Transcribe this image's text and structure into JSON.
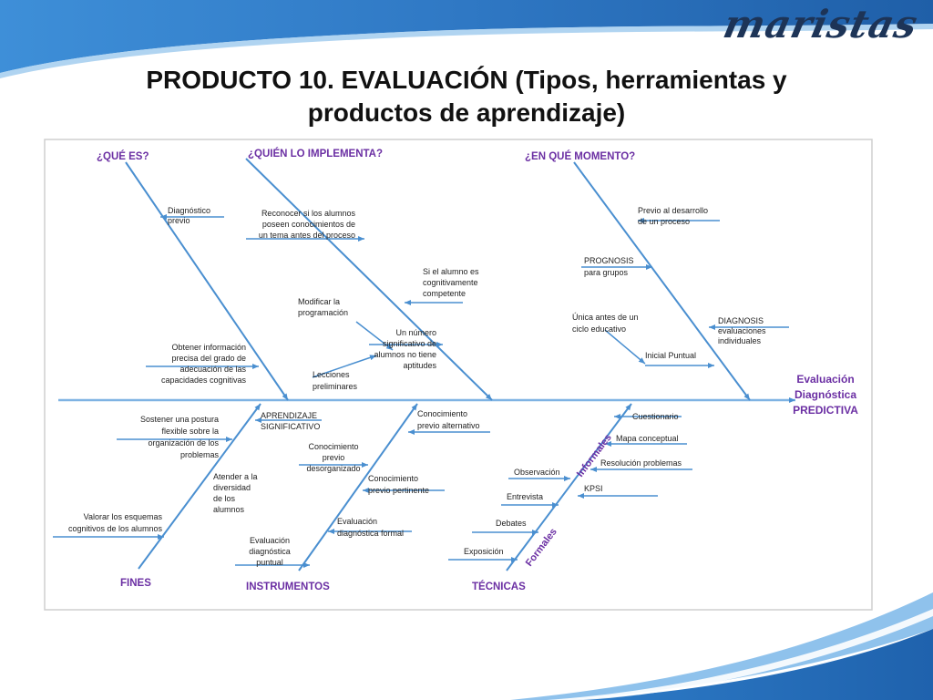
{
  "slide": {
    "brand": "maristas",
    "title_line1": "PRODUCTO 10. EVALUACIÓN (Tipos, herramientas y",
    "title_line2": "productos de aprendizaje)"
  },
  "diagram": {
    "colors": {
      "heading": "#6b2fa3",
      "line": "#4a8fd0",
      "text": "#222222",
      "spine": "#7fb3e3"
    },
    "categories": {
      "que_es": "¿QUÉ ES?",
      "quien": "¿QUIÉN LO IMPLEMENTA?",
      "momento": "¿EN QUÉ MOMENTO?",
      "fines": "FINES",
      "instrumentos": "INSTRUMENTOS",
      "tecnicas": "TÉCNICAS"
    },
    "head": [
      "Evaluación",
      "Diagnóstica",
      "PREDICTIVA"
    ],
    "que_es_items": {
      "diag_previo": [
        "Diagnóstico",
        "previo"
      ],
      "obtener": [
        "Obtener información",
        "precisa del grado de",
        "adecuación de las",
        "capacidades cognitivas"
      ]
    },
    "quien_items": {
      "reconocer": [
        "Reconocer si los alumnos",
        "poseen conocimientos de",
        "un tema antes del proceso"
      ],
      "si_alumno": [
        "Si el alumno es",
        "cognitivamente",
        "competente"
      ],
      "modificar": [
        "Modificar la",
        "programación"
      ],
      "numero": [
        "Un número",
        "significativo de",
        "alumnos no tiene",
        "aptitudes"
      ],
      "lecciones": [
        "Lecciones",
        "preliminares"
      ]
    },
    "momento_items": {
      "previo": [
        "Previo al desarrollo",
        "de un proceso"
      ],
      "prognosis": [
        "PROGNOSIS",
        "para grupos"
      ],
      "unica": [
        "Única antes de un",
        "ciclo educativo"
      ],
      "diagnosis": [
        "DIAGNOSIS",
        "evaluaciones",
        "individuales"
      ],
      "inicial": [
        "Inicial Puntual"
      ]
    },
    "fines_items": {
      "aprendizaje": [
        "APRENDIZAJE",
        "SIGNIFICATIVO"
      ],
      "sostener": [
        "Sostener una postura",
        "flexible sobre la",
        "organización de los",
        "problemas"
      ],
      "atender": [
        "Atender a la",
        "diversidad",
        "de los",
        "alumnos"
      ],
      "valorar": [
        "Valorar los esquemas",
        "cognitivos de los alumnos"
      ]
    },
    "instrumentos_items": {
      "alternativo": [
        "Conocimiento",
        "previo alternativo"
      ],
      "desorganizado": [
        "Conocimiento",
        "previo",
        "desorganizado"
      ],
      "pertinente": [
        "Conocimiento",
        "previo pertinente"
      ],
      "formal": [
        "Evaluación",
        "diagnóstica formal"
      ],
      "puntual": [
        "Evaluación",
        "diagnóstica",
        "puntual"
      ]
    },
    "tecnicas_items": {
      "informales": "Informales",
      "formales": "Formales",
      "cuestionario": "Cuestionario",
      "mapa": "Mapa conceptual",
      "resolucion": "Resolución problemas",
      "kpsi": "KPSI",
      "observacion": "Observación",
      "entrevista": "Entrevista",
      "debates": "Debates",
      "exposicion": "Exposición"
    }
  }
}
